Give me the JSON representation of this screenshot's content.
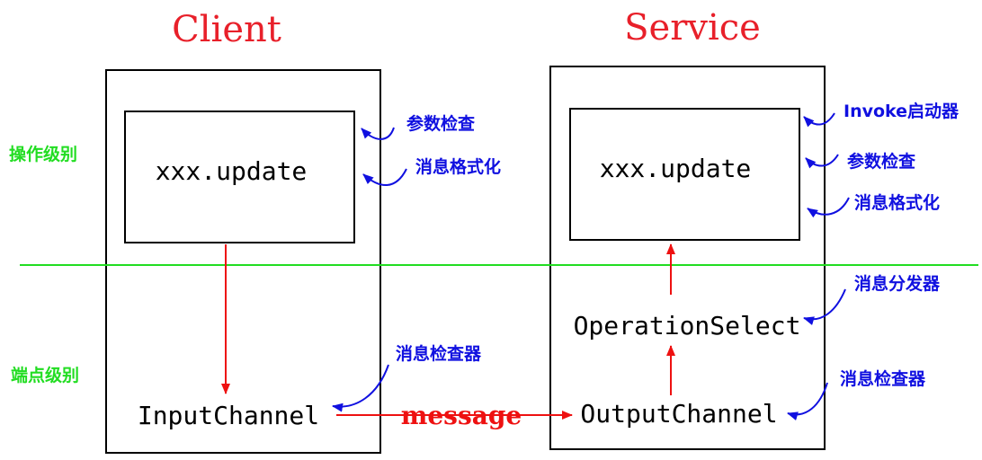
{
  "colors": {
    "title": "#e8202a",
    "annotation": "#1010e0",
    "level": "#22dd22",
    "arrow": "#ee1111",
    "message": "#ee1111",
    "box": "#000000"
  },
  "client": {
    "title": "Client",
    "method": "xxx.update",
    "channel": "InputChannel",
    "annotations": {
      "param_check": "参数检查",
      "msg_format": "消息格式化",
      "msg_inspector": "消息检查器"
    }
  },
  "service": {
    "title": "Service",
    "method": "xxx.update",
    "select": "OperationSelect",
    "channel": "OutputChannel",
    "annotations": {
      "invoker": "Invoke启动器",
      "param_check": "参数检查",
      "msg_format": "消息格式化",
      "dispatcher": "消息分发器",
      "msg_inspector": "消息检查器"
    }
  },
  "levels": {
    "operation": "操作级别",
    "endpoint": "端点级别"
  },
  "message_label": "message"
}
